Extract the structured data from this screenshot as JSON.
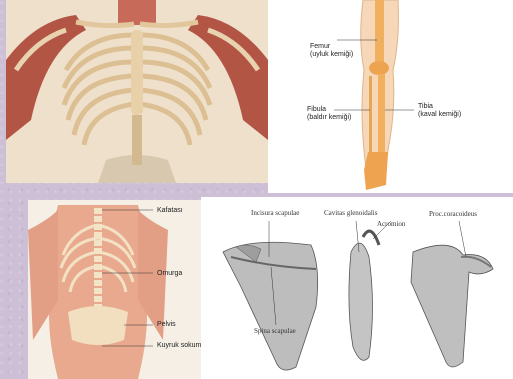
{
  "thorax": {},
  "leg": {
    "femur": "Femur",
    "femur_tr": "(uyluk kemiği)",
    "fibula": "Fibula",
    "fibula_tr": "(baldır kemiği)",
    "tibia": "Tibia",
    "tibia_tr": "(kaval kemiği)"
  },
  "back": {
    "kafatasi": "Kafatası",
    "omurga": "Omurga",
    "pelvis": "Pelvis",
    "kuyruk": "Kuyruk sokumu"
  },
  "scapula": {
    "incisura": "Incisura scapulae",
    "cavitas": "Cavitas glenoidalis",
    "acromion": "Acromion",
    "proc": "Proc.coracoideus",
    "spina": "Spina scapulae"
  }
}
